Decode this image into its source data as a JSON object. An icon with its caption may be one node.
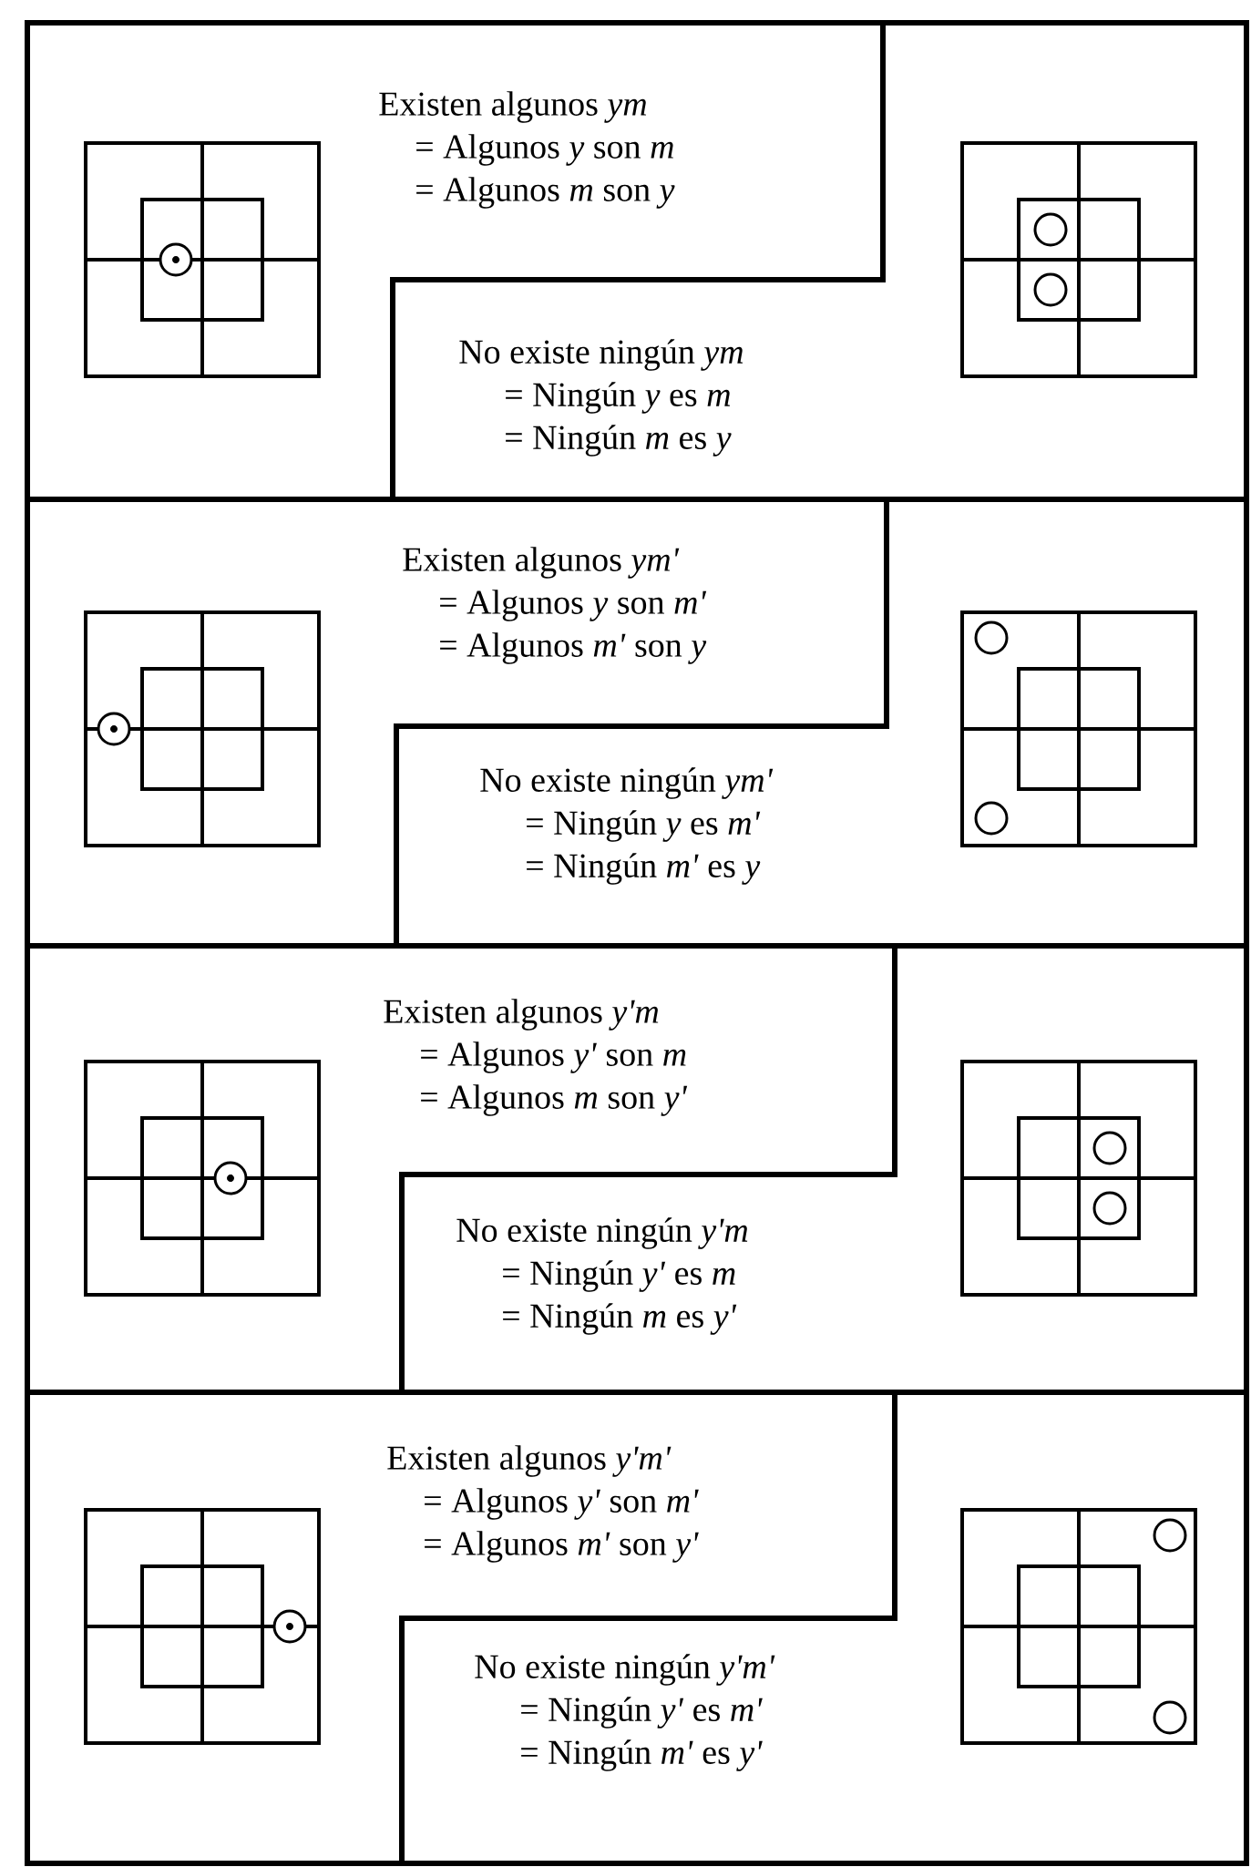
{
  "diagram": {
    "nodes": [
      {
        "text": [
          "Existen algunos *ym*",
          "= Algunos *y* son *m*",
          "= Algunos *m* son *y*"
        ]
      },
      {
        "text": [
          "No existe ningún *ym*",
          "= Ningún *y* es *m*",
          "= Ningún *m* es *y*"
        ]
      },
      {
        "text": [
          "Existen algunos *ym'*",
          "= Algunos *y* son *m'*",
          "= Algunos *m'* son *y*"
        ]
      },
      {
        "text": [
          "No existe ningún *ym'*",
          "= Ningún *y* es *m'*",
          "= Ningún *m'* es *y*"
        ]
      },
      {
        "text": [
          "Existen algunos *y'm*",
          "= Algunos *y'* son *m*",
          "= Algunos *m* son *y'*"
        ]
      },
      {
        "text": [
          "No existe ningún *y'm*",
          "= Ningún *y'* es *m*",
          "= Ningún *m* es *y'*"
        ]
      },
      {
        "text": [
          "Existen algunos *y'm'*",
          "= Algunos *y'* son *m'*",
          "= Algunos *m'* son *y'*"
        ]
      },
      {
        "text": [
          "No existe ningún *y'm'*",
          "= Ningún *y'* es *m'*",
          "= Ningún *m'* es *y'*"
        ]
      }
    ]
  }
}
